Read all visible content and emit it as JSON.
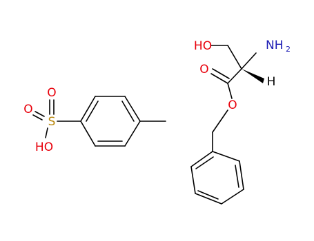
{
  "colors": {
    "bond": "#000000",
    "oxygen": "#e8000b",
    "sulfur": "#b8860b",
    "nitrogen": "#1f1fb5",
    "hydrogen": "#000000",
    "background": "#ffffff"
  },
  "tosylate": {
    "sulfur": "S",
    "oxygen_top": "O",
    "oxygen_left": "O",
    "hydroxyl": "HO"
  },
  "serine_ester": {
    "hydroxyl": "HO",
    "amine": "NH",
    "amine_subscript": "2",
    "carbonyl_oxygen": "O",
    "ester_oxygen": "O",
    "stereo_hydrogen": "H"
  }
}
